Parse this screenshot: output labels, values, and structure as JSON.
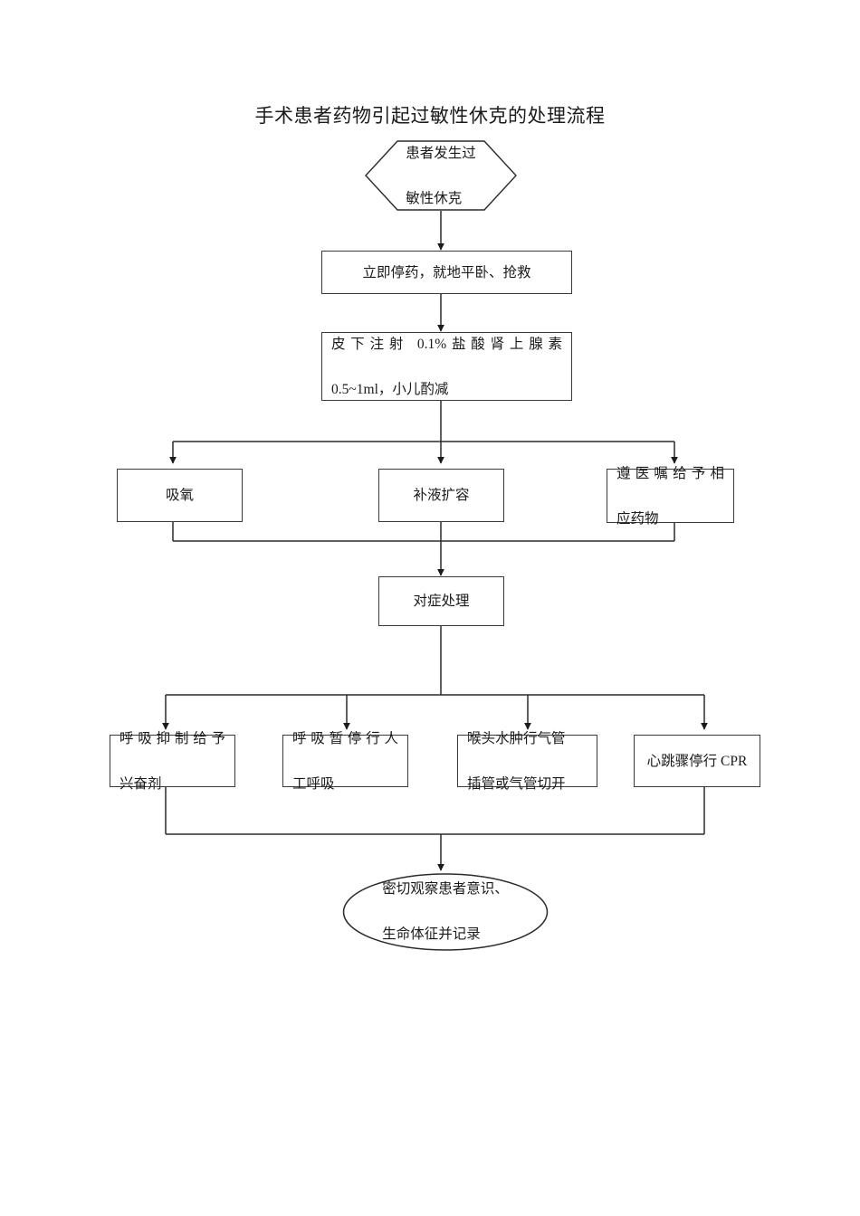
{
  "document": {
    "title": "手术患者药物引起过敏性休克的处理流程"
  },
  "flowchart": {
    "type": "flowchart",
    "orientation": "top-to-bottom",
    "line_color": "#2b2b2b",
    "fill_color": "#ffffff",
    "nodes": [
      {
        "id": "start",
        "shape": "hexagon",
        "lines": [
          "患者发生过",
          "敏性休克"
        ],
        "text": "患者发生过敏性休克"
      },
      {
        "id": "stop-drug",
        "shape": "rectangle",
        "lines": [
          "立即停药，就地平卧、抢救"
        ],
        "text": "立即停药，就地平卧、抢救"
      },
      {
        "id": "epinephrine",
        "shape": "rectangle",
        "lines": [
          "皮下注射 0.1%盐酸肾上腺素",
          "0.5~1ml，小儿酌减"
        ],
        "text": "皮下注射 0.1%盐酸肾上腺素 0.5~1ml，小儿酌减"
      },
      {
        "id": "oxygen",
        "shape": "rectangle",
        "lines": [
          "吸氧"
        ],
        "text": "吸氧"
      },
      {
        "id": "fluid",
        "shape": "rectangle",
        "lines": [
          "补液扩容"
        ],
        "text": "补液扩容"
      },
      {
        "id": "medication",
        "shape": "rectangle",
        "lines": [
          "遵医嘱给予相",
          "应药物"
        ],
        "text": "遵医嘱给予相应药物"
      },
      {
        "id": "symptomatic",
        "shape": "rectangle",
        "lines": [
          "对症处理"
        ],
        "text": "对症处理"
      },
      {
        "id": "resp-depression",
        "shape": "rectangle",
        "lines": [
          "呼吸抑制给予",
          "兴奋剂"
        ],
        "text": "呼吸抑制给予兴奋剂"
      },
      {
        "id": "resp-arrest",
        "shape": "rectangle",
        "lines": [
          "呼吸暂停行人",
          "工呼吸"
        ],
        "text": "呼吸暂停行人工呼吸"
      },
      {
        "id": "laryngeal-edema",
        "shape": "rectangle",
        "lines": [
          "喉头水肿行气管",
          "插管或气管切开"
        ],
        "text": "喉头水肿行气管插管或气管切开"
      },
      {
        "id": "cardiac-arrest",
        "shape": "rectangle",
        "lines": [
          "心跳骤停行 CPR"
        ],
        "text": "心跳骤停行 CPR"
      },
      {
        "id": "observe",
        "shape": "ellipse",
        "lines": [
          "密切观察患者意识、",
          "生命体征并记录"
        ],
        "text": "密切观察患者意识、生命体征并记录"
      }
    ]
  }
}
